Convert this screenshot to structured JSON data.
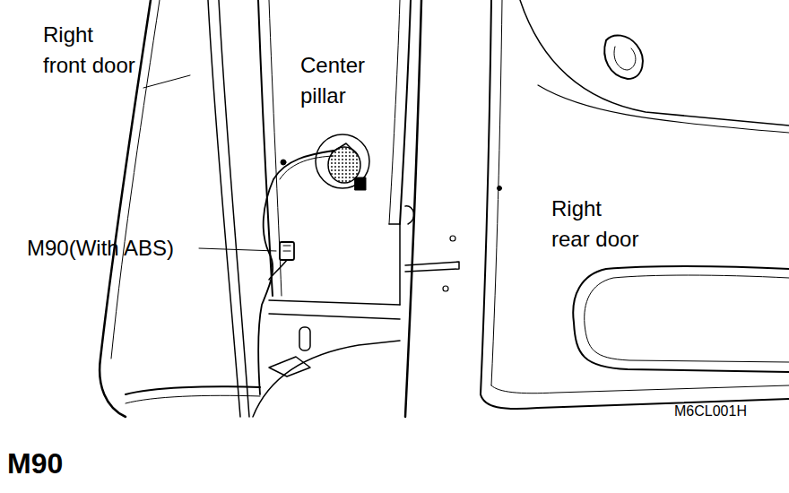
{
  "diagram": {
    "title": "M90",
    "labels": [
      "Right front door",
      "Center pillar",
      "M90(With ABS)",
      "Right rear door",
      "M6CL001H"
    ]
  }
}
